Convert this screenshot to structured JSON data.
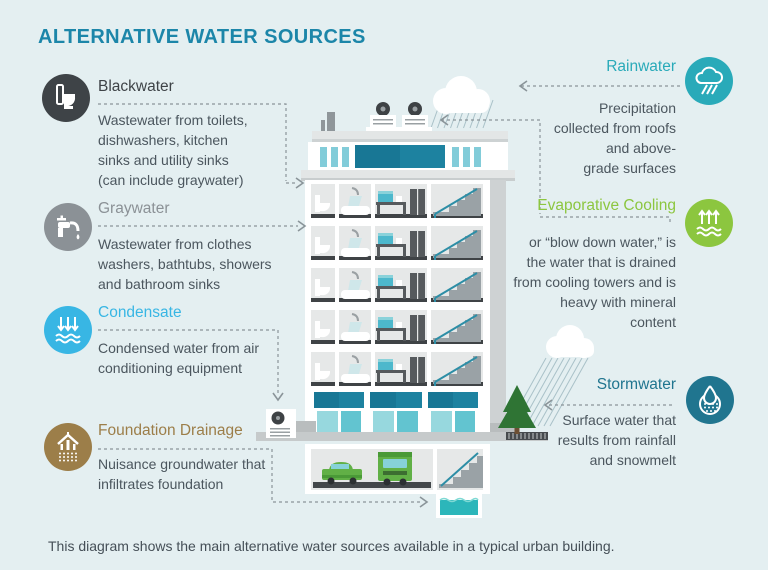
{
  "title": "ALTERNATIVE WATER SOURCES",
  "caption": "This diagram shows the main alternative water sources available in a typical urban building.",
  "sources": {
    "blackwater": {
      "label": "Blackwater",
      "icon": "toilet-icon",
      "color": "#3e4347",
      "description": "Wastewater from toilets,\ndishwashers, kitchen\nsinks and utility sinks\n(can include graywater)"
    },
    "graywater": {
      "label": "Graywater",
      "icon": "faucet-icon",
      "color": "#8b9196",
      "description": "Wastewater from clothes\nwashers, bathtubs, showers\nand bathroom sinks"
    },
    "condensate": {
      "label": "Condensate",
      "icon": "condensate-arrows-icon",
      "color": "#38b6e4",
      "description": "Condensed water from air\nconditioning equipment"
    },
    "foundation_drainage": {
      "label": "Foundation Drainage",
      "icon": "house-foundation-icon",
      "color": "#9c7e49",
      "description": "Nuisance groundwater that\ninfiltrates foundation"
    },
    "rainwater": {
      "label": "Rainwater",
      "icon": "rain-cloud-icon",
      "color": "#29aab9",
      "description": "Precipitation\ncollected from roofs\nand above-\ngrade surfaces"
    },
    "evaporative_cooling": {
      "label": "Evaporative Cooling",
      "icon": "evaporation-arrows-icon",
      "color": "#8cc63f",
      "description": "or “blow down water,” is\nthe water that is drained\nfrom cooling towers and is\nheavy with mineral\ncontent"
    },
    "stormwater": {
      "label": "Stormwater",
      "icon": "water-drop-icon",
      "color": "#20758f",
      "description": "Surface water that\nresults from rainfall\nand snowmelt"
    }
  },
  "palette": {
    "background": "#e4eff1",
    "title": "#1c86a9",
    "body_text": "#4b565e",
    "dashed_line": "#8a9499",
    "building_teal_dark": "#187795",
    "building_teal_mid": "#1d82a0",
    "building_window_teal": "#82ccd9",
    "storefront_window_light": "#97d8de",
    "storefront_window_dark": "#62c4d0",
    "sump_water": "#2cb6ba",
    "vehicle_green": "#61b046"
  }
}
